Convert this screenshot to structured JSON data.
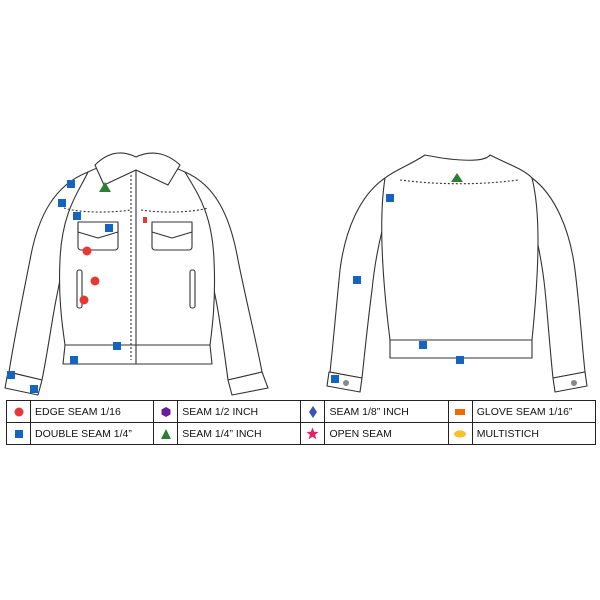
{
  "colors": {
    "outline": "#333333",
    "blue": "#1565c0",
    "red": "#e53935",
    "green": "#2e7d32",
    "purple": "#6a1b9a",
    "navy": "#3f51b5",
    "pink": "#e91e63",
    "orange": "#ef6c00",
    "yellow": "#f9c02d"
  },
  "legend": [
    [
      {
        "symbol": "red-circle",
        "color": "#e53935",
        "label": "EDGE SEAM 1/16"
      },
      {
        "symbol": "purple-hexagon",
        "color": "#6a1b9a",
        "label": "SEAM 1/2  INCH"
      },
      {
        "symbol": "navy-diamond",
        "color": "#3f51b5",
        "label": "SEAM 1/8” INCH"
      },
      {
        "symbol": "orange-rect",
        "color": "#ef6c00",
        "label": "GLOVE SEAM 1/16”"
      }
    ],
    [
      {
        "symbol": "blue-square",
        "color": "#1565c0",
        "label": "DOUBLE SEAM 1/4”"
      },
      {
        "symbol": "green-triangle",
        "color": "#2e7d32",
        "label": "SEAM 1/4” INCH"
      },
      {
        "symbol": "pink-star",
        "color": "#e91e63",
        "label": "OPEN SEAM"
      },
      {
        "symbol": "yellow-ellipse",
        "color": "#f9c02d",
        "label": "MULTISTICH"
      }
    ]
  ]
}
